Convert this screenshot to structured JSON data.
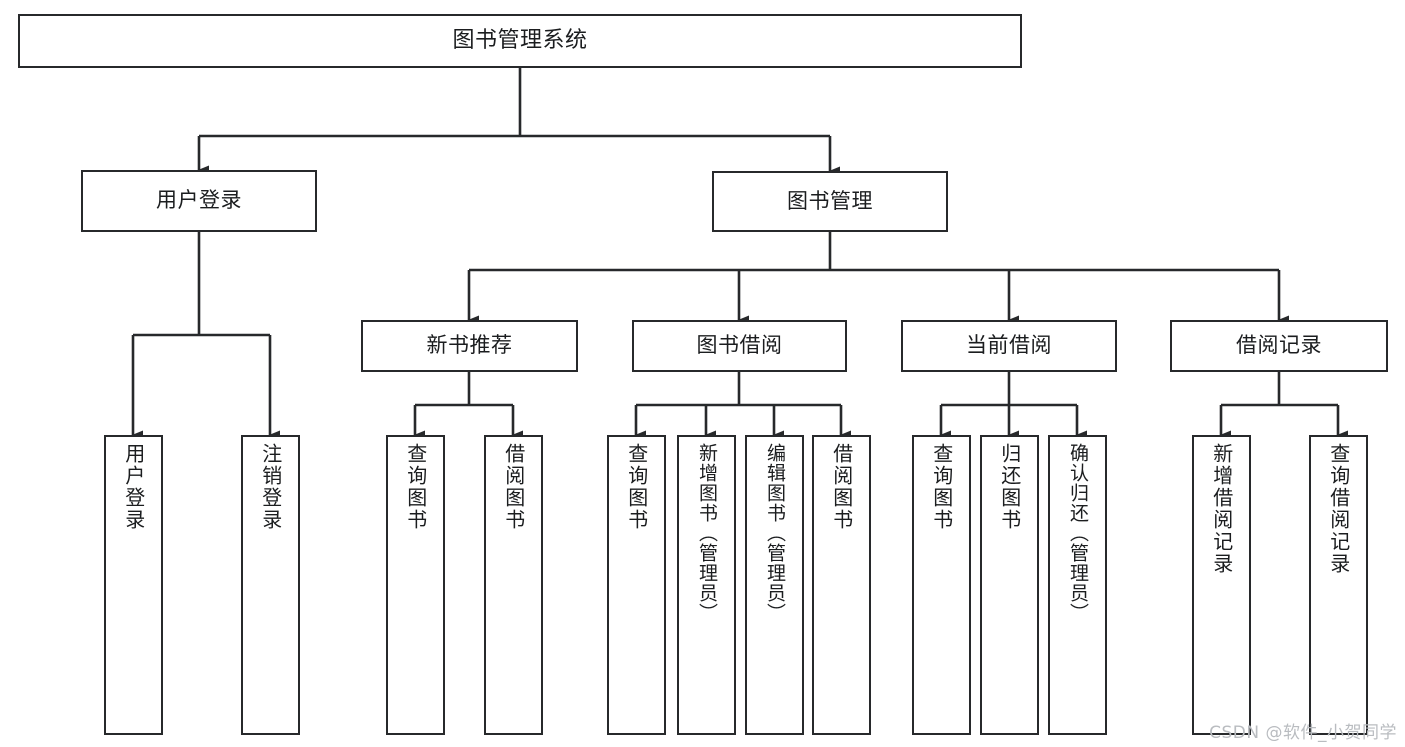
{
  "diagram": {
    "title": "图书管理系统",
    "type": "tree",
    "watermark": "CSDN @软件_小贺同学",
    "colors": {
      "box_border": "#27292b",
      "box_fill": "#ffffff",
      "edge": "#27292b",
      "text": "#1b1d1f",
      "watermark": "#b9bcc0"
    },
    "root": {
      "label": "图书管理系统"
    },
    "level2": [
      {
        "label": "用户登录"
      },
      {
        "label": "图书管理"
      }
    ],
    "level3": [
      {
        "label": "新书推荐"
      },
      {
        "label": "图书借阅"
      },
      {
        "label": "当前借阅"
      },
      {
        "label": "借阅记录"
      }
    ],
    "leaves": {
      "user_login": [
        {
          "label": "用户登录"
        },
        {
          "label": "注销登录"
        }
      ],
      "new_book_recommend": [
        {
          "label": "查询图书"
        },
        {
          "label": "借阅图书"
        }
      ],
      "book_borrow": [
        {
          "label": "查询图书"
        },
        {
          "label": "新增图书（管理员）"
        },
        {
          "label": "编辑图书（管理员）"
        },
        {
          "label": "借阅图书"
        }
      ],
      "current_borrow": [
        {
          "label": "查询图书"
        },
        {
          "label": "归还图书"
        },
        {
          "label": "确认归还（管理员）"
        }
      ],
      "borrow_record": [
        {
          "label": "新增借阅记录"
        },
        {
          "label": "查询借阅记录"
        }
      ]
    }
  }
}
